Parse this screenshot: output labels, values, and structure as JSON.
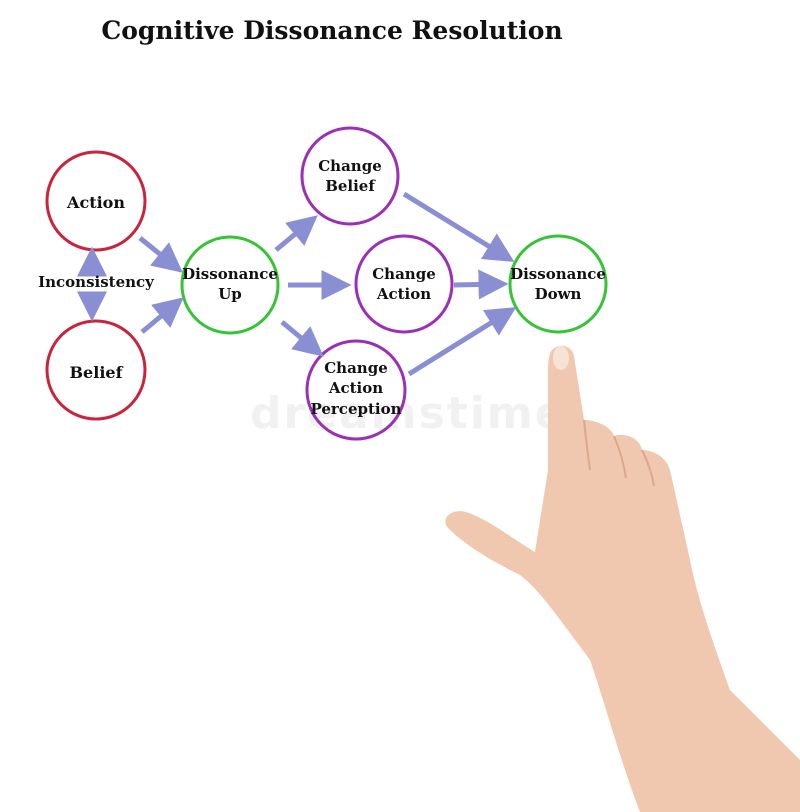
{
  "title": "Cognitive Dissonance Resolution",
  "nodes": {
    "action": {
      "lines": [
        "Action"
      ],
      "color": "#c8243c"
    },
    "belief": {
      "lines": [
        "Belief"
      ],
      "color": "#c8243c"
    },
    "dissonance_up": {
      "lines": [
        "Dissonance",
        "Up"
      ],
      "color": "#36c437"
    },
    "change_belief": {
      "lines": [
        "Change",
        "Belief"
      ],
      "color": "#9b2fb5"
    },
    "change_action": {
      "lines": [
        "Change",
        "Action"
      ],
      "color": "#9b2fb5"
    },
    "change_action_perception": {
      "lines": [
        "Change",
        "Action",
        "Perception"
      ],
      "color": "#9b2fb5"
    },
    "dissonance_down": {
      "lines": [
        "Dissonance",
        "Down"
      ],
      "color": "#36c437"
    }
  },
  "inconsistency_label": "Inconsistency",
  "arrow_color": "#8a8fd4",
  "watermark": "dreamstime",
  "hand": {
    "skin": "#f0c8b0",
    "shade": "#dca88c"
  }
}
